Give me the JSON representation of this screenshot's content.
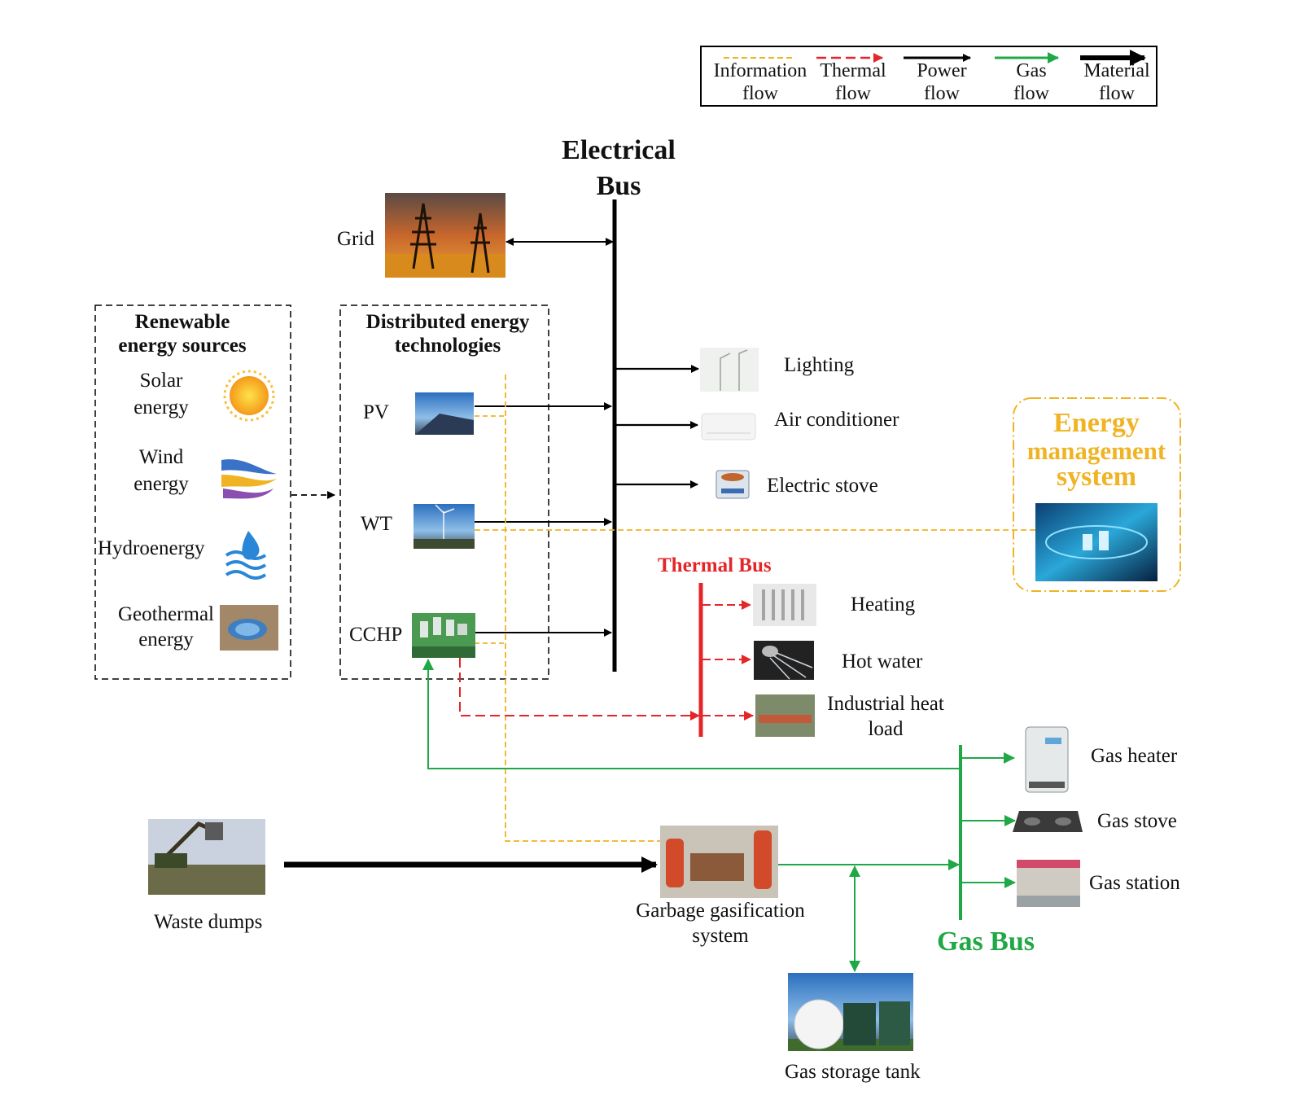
{
  "legend": {
    "items": [
      {
        "line1": "Information",
        "line2": "flow",
        "color": "#f0b323"
      },
      {
        "line1": "Thermal",
        "line2": "flow",
        "color": "#e4262a"
      },
      {
        "line1": "Power",
        "line2": "flow",
        "color": "#000000"
      },
      {
        "line1": "Gas",
        "line2": "flow",
        "color": "#21a846"
      },
      {
        "line1": "Material",
        "line2": "flow",
        "color": "#000000"
      }
    ]
  },
  "electrical_bus": {
    "line1": "Electrical",
    "line2": "Bus"
  },
  "thermal_bus": {
    "label": "Thermal Bus",
    "color": "#e4262a"
  },
  "gas_bus": {
    "label": "Gas Bus",
    "color": "#21a846"
  },
  "grid": {
    "label": "Grid"
  },
  "renewable": {
    "title_line1": "Renewable",
    "title_line2": "energy sources",
    "solar": {
      "line1": "Solar",
      "line2": "energy"
    },
    "wind": {
      "line1": "Wind",
      "line2": "energy"
    },
    "hydro": {
      "label": "Hydroenergy"
    },
    "geothermal": {
      "line1": "Geothermal",
      "line2": "energy"
    }
  },
  "distributed": {
    "title_line1": "Distributed energy",
    "title_line2": "technologies",
    "pv": "PV",
    "wt": "WT",
    "cchp": "CCHP"
  },
  "electric_loads": {
    "lighting": "Lighting",
    "air_conditioner": "Air conditioner",
    "electric_stove": "Electric stove"
  },
  "ems": {
    "line1": "Energy",
    "line2": "management",
    "line3": "system",
    "color": "#f0b323"
  },
  "thermal_loads": {
    "heating": "Heating",
    "hot_water": "Hot water",
    "industrial_line1": "Industrial heat",
    "industrial_line2": "load"
  },
  "gas_loads": {
    "gas_heater": "Gas heater",
    "gas_stove": "Gas stove",
    "gas_station": "Gas station"
  },
  "waste_dumps": "Waste dumps",
  "gasification": {
    "line1": "Garbage gasification",
    "line2": "system"
  },
  "storage": "Gas storage tank"
}
